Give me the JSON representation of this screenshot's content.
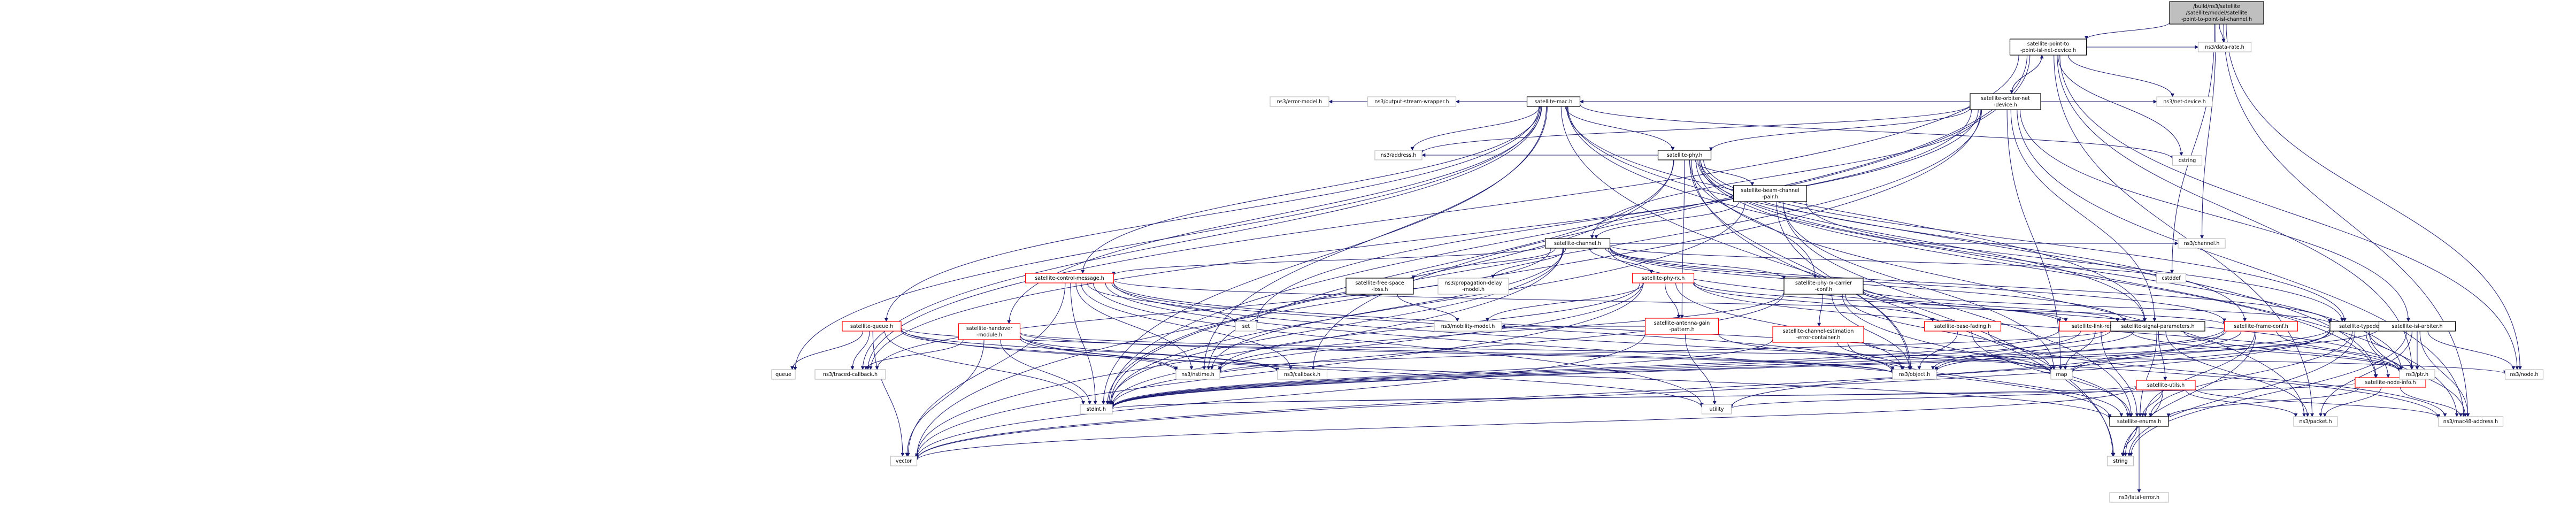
{
  "palette": {
    "edge": "#191970",
    "root_fill": "#bfbfbf",
    "root_stroke": "#000000",
    "local_stroke": "#ff0000",
    "system_stroke": "#bfbfbf",
    "text": "#000000"
  },
  "nodes": [
    {
      "id": "root",
      "lines": [
        "/build/ns3/satellite",
        "/satellite/model/satellite",
        "-point-to-point-isl-channel.h"
      ],
      "kind": "root"
    },
    {
      "id": "p2p_dev",
      "lines": [
        "satellite-point-to",
        "-point-isl-net-device.h"
      ],
      "kind": "file"
    },
    {
      "id": "orbiter",
      "lines": [
        "satellite-orbiter-net",
        "-device.h"
      ],
      "kind": "file"
    },
    {
      "id": "data_rate",
      "lines": [
        "ns3/data-rate.h"
      ],
      "kind": "system"
    },
    {
      "id": "error_model",
      "lines": [
        "ns3/error-model.h"
      ],
      "kind": "system"
    },
    {
      "id": "output_stream",
      "lines": [
        "ns3/output-stream-wrapper.h"
      ],
      "kind": "system"
    },
    {
      "id": "mac",
      "lines": [
        "satellite-mac.h"
      ],
      "kind": "file"
    },
    {
      "id": "net_device",
      "lines": [
        "ns3/net-device.h"
      ],
      "kind": "system"
    },
    {
      "id": "phy",
      "lines": [
        "satellite-phy.h"
      ],
      "kind": "file"
    },
    {
      "id": "cstring",
      "lines": [
        "cstring"
      ],
      "kind": "system"
    },
    {
      "id": "address",
      "lines": [
        "ns3/address.h"
      ],
      "kind": "system"
    },
    {
      "id": "beam_channel",
      "lines": [
        "satellite-beam-channel",
        "-pair.h"
      ],
      "kind": "file"
    },
    {
      "id": "channel_h",
      "lines": [
        "satellite-channel.h"
      ],
      "kind": "file"
    },
    {
      "id": "ns3_channel",
      "lines": [
        "ns3/channel.h"
      ],
      "kind": "system"
    },
    {
      "id": "cstddef",
      "lines": [
        "cstddef"
      ],
      "kind": "system"
    },
    {
      "id": "control_msg",
      "lines": [
        "satellite-control-message.h"
      ],
      "kind": "local"
    },
    {
      "id": "free_space",
      "lines": [
        "satellite-free-space",
        "-loss.h"
      ],
      "kind": "file"
    },
    {
      "id": "prop_delay",
      "lines": [
        "ns3/propagation-delay",
        "-model.h"
      ],
      "kind": "system"
    },
    {
      "id": "phy_rx",
      "lines": [
        "satellite-phy-rx.h"
      ],
      "kind": "local"
    },
    {
      "id": "phy_rx_carrier",
      "lines": [
        "satellite-phy-rx-carrier",
        "-conf.h"
      ],
      "kind": "file"
    },
    {
      "id": "queue",
      "lines": [
        "satellite-queue.h"
      ],
      "kind": "local"
    },
    {
      "id": "handover",
      "lines": [
        "satellite-handover",
        "-module.h"
      ],
      "kind": "local"
    },
    {
      "id": "set",
      "lines": [
        "set"
      ],
      "kind": "system"
    },
    {
      "id": "mobility",
      "lines": [
        "ns3/mobility-model.h"
      ],
      "kind": "system"
    },
    {
      "id": "antenna",
      "lines": [
        "satellite-antenna-gain",
        "-pattern.h"
      ],
      "kind": "local"
    },
    {
      "id": "ch_est",
      "lines": [
        "satellite-channel-estimation",
        "-error-container.h"
      ],
      "kind": "local"
    },
    {
      "id": "base_fading",
      "lines": [
        "satellite-base-fading.h"
      ],
      "kind": "local"
    },
    {
      "id": "link_results",
      "lines": [
        "satellite-link-results.h"
      ],
      "kind": "local"
    },
    {
      "id": "signal_params",
      "lines": [
        "satellite-signal-parameters.h"
      ],
      "kind": "file"
    },
    {
      "id": "frame_conf",
      "lines": [
        "satellite-frame-conf.h"
      ],
      "kind": "local"
    },
    {
      "id": "typedefs",
      "lines": [
        "satellite-typedefs.h"
      ],
      "kind": "file"
    },
    {
      "id": "isl_arbiter",
      "lines": [
        "satellite-isl-arbiter.h"
      ],
      "kind": "file"
    },
    {
      "id": "sat_queue_std",
      "lines": [
        "queue"
      ],
      "kind": "system"
    },
    {
      "id": "traced_cb",
      "lines": [
        "ns3/traced-callback.h"
      ],
      "kind": "system"
    },
    {
      "id": "nstime",
      "lines": [
        "ns3/nstime.h"
      ],
      "kind": "system"
    },
    {
      "id": "callback",
      "lines": [
        "ns3/callback.h"
      ],
      "kind": "system"
    },
    {
      "id": "object",
      "lines": [
        "ns3/object.h"
      ],
      "kind": "system"
    },
    {
      "id": "map",
      "lines": [
        "map"
      ],
      "kind": "system"
    },
    {
      "id": "utils",
      "lines": [
        "satellite-utils.h"
      ],
      "kind": "local"
    },
    {
      "id": "node_info",
      "lines": [
        "satellite-node-info.h"
      ],
      "kind": "local"
    },
    {
      "id": "ptr",
      "lines": [
        "ns3/ptr.h"
      ],
      "kind": "system"
    },
    {
      "id": "node_h",
      "lines": [
        "ns3/node.h"
      ],
      "kind": "system"
    },
    {
      "id": "stdint",
      "lines": [
        "stdint.h"
      ],
      "kind": "system"
    },
    {
      "id": "utility",
      "lines": [
        "utility"
      ],
      "kind": "system"
    },
    {
      "id": "enums",
      "lines": [
        "satellite-enums.h"
      ],
      "kind": "file"
    },
    {
      "id": "packet",
      "lines": [
        "ns3/packet.h"
      ],
      "kind": "system"
    },
    {
      "id": "mac48",
      "lines": [
        "ns3/mac48-address.h"
      ],
      "kind": "system"
    },
    {
      "id": "vector",
      "lines": [
        "vector"
      ],
      "kind": "system"
    },
    {
      "id": "string",
      "lines": [
        "string"
      ],
      "kind": "system"
    },
    {
      "id": "fatal_error",
      "lines": [
        "ns3/fatal-error.h"
      ],
      "kind": "system"
    }
  ],
  "edges": [
    [
      "root",
      "p2p_dev"
    ],
    [
      "root",
      "data_rate"
    ],
    [
      "root",
      "ns3_channel"
    ],
    [
      "root",
      "cstddef"
    ],
    [
      "root",
      "node_h"
    ],
    [
      "root",
      "mac48"
    ],
    [
      "p2p_dev",
      "orbiter"
    ],
    [
      "p2p_dev",
      "data_rate"
    ],
    [
      "p2p_dev",
      "net_device"
    ],
    [
      "p2p_dev",
      "cstring"
    ],
    [
      "p2p_dev",
      "ptr"
    ],
    [
      "p2p_dev",
      "packet"
    ],
    [
      "p2p_dev",
      "node_h"
    ],
    [
      "p2p_dev",
      "traced_cb"
    ],
    [
      "p2p_dev",
      "stdint"
    ],
    [
      "p2p_dev",
      "callback"
    ],
    [
      "orbiter",
      "p2p_dev"
    ],
    [
      "orbiter",
      "error_model"
    ],
    [
      "orbiter",
      "output_stream"
    ],
    [
      "orbiter",
      "mac"
    ],
    [
      "orbiter",
      "net_device"
    ],
    [
      "orbiter",
      "phy"
    ],
    [
      "orbiter",
      "channel_h"
    ],
    [
      "orbiter",
      "isl_arbiter"
    ],
    [
      "orbiter",
      "traced_cb"
    ],
    [
      "orbiter",
      "address"
    ],
    [
      "orbiter",
      "set"
    ],
    [
      "orbiter",
      "vector"
    ],
    [
      "orbiter",
      "stdint"
    ],
    [
      "orbiter",
      "map"
    ],
    [
      "orbiter",
      "mac48"
    ],
    [
      "orbiter",
      "signal_params"
    ],
    [
      "mac",
      "phy"
    ],
    [
      "mac",
      "control_msg"
    ],
    [
      "mac",
      "queue"
    ],
    [
      "mac",
      "handover"
    ],
    [
      "mac",
      "address"
    ],
    [
      "mac",
      "cstring"
    ],
    [
      "mac",
      "signal_params"
    ],
    [
      "mac",
      "node_info"
    ],
    [
      "mac",
      "traced_cb"
    ],
    [
      "mac",
      "nstime"
    ],
    [
      "mac",
      "mac48"
    ],
    [
      "mac",
      "stdint"
    ],
    [
      "mac",
      "string"
    ],
    [
      "mac",
      "sat_queue_std"
    ],
    [
      "phy",
      "beam_channel"
    ],
    [
      "phy",
      "phy_rx_carrier"
    ],
    [
      "phy",
      "address"
    ],
    [
      "phy",
      "antenna"
    ],
    [
      "phy",
      "signal_params"
    ],
    [
      "phy",
      "frame_conf"
    ],
    [
      "phy",
      "typedefs"
    ],
    [
      "phy",
      "node_info"
    ],
    [
      "phy",
      "object"
    ],
    [
      "phy",
      "packet"
    ],
    [
      "phy",
      "ptr"
    ],
    [
      "phy",
      "stdint"
    ],
    [
      "phy",
      "nstime"
    ],
    [
      "phy",
      "string"
    ],
    [
      "beam_channel",
      "channel_h"
    ],
    [
      "beam_channel",
      "typedefs"
    ],
    [
      "beam_channel",
      "map"
    ],
    [
      "beam_channel",
      "object"
    ],
    [
      "beam_channel",
      "stdint"
    ],
    [
      "beam_channel",
      "enums"
    ],
    [
      "channel_h",
      "ns3_channel"
    ],
    [
      "channel_h",
      "cstddef"
    ],
    [
      "channel_h",
      "control_msg"
    ],
    [
      "channel_h",
      "free_space"
    ],
    [
      "channel_h",
      "prop_delay"
    ],
    [
      "channel_h",
      "phy_rx"
    ],
    [
      "channel_h",
      "phy_rx_carrier"
    ],
    [
      "channel_h",
      "signal_params"
    ],
    [
      "channel_h",
      "frame_conf"
    ],
    [
      "channel_h",
      "typedefs"
    ],
    [
      "channel_h",
      "traced_cb"
    ],
    [
      "channel_h",
      "nstime"
    ],
    [
      "channel_h",
      "stdint"
    ],
    [
      "channel_h",
      "vector"
    ],
    [
      "channel_h",
      "ptr"
    ],
    [
      "control_msg",
      "set"
    ],
    [
      "control_msg",
      "nstime"
    ],
    [
      "control_msg",
      "object"
    ],
    [
      "control_msg",
      "callback"
    ],
    [
      "control_msg",
      "map"
    ],
    [
      "control_msg",
      "vector"
    ],
    [
      "control_msg",
      "stdint"
    ],
    [
      "control_msg",
      "mac48"
    ],
    [
      "control_msg",
      "enums"
    ],
    [
      "control_msg",
      "utility"
    ],
    [
      "control_msg",
      "frame_conf"
    ],
    [
      "free_space",
      "mobility"
    ],
    [
      "phy_rx",
      "mobility"
    ],
    [
      "phy_rx",
      "antenna"
    ],
    [
      "phy_rx",
      "base_fading"
    ],
    [
      "phy_rx",
      "link_results"
    ],
    [
      "phy_rx",
      "nstime"
    ],
    [
      "phy_rx",
      "object"
    ],
    [
      "phy_rx",
      "ptr"
    ],
    [
      "phy_rx",
      "stdint"
    ],
    [
      "phy_rx",
      "vector"
    ],
    [
      "phy_rx_carrier",
      "ch_est"
    ],
    [
      "phy_rx_carrier",
      "link_results"
    ],
    [
      "phy_rx_carrier",
      "signal_params"
    ],
    [
      "phy_rx_carrier",
      "typedefs"
    ],
    [
      "phy_rx_carrier",
      "object"
    ],
    [
      "phy_rx_carrier",
      "nstime"
    ],
    [
      "phy_rx_carrier",
      "map"
    ],
    [
      "phy_rx_carrier",
      "stdint"
    ],
    [
      "phy_rx_carrier",
      "enums"
    ],
    [
      "queue",
      "traced_cb"
    ],
    [
      "queue",
      "nstime"
    ],
    [
      "queue",
      "object"
    ],
    [
      "queue",
      "callback"
    ],
    [
      "queue",
      "sat_queue_std"
    ],
    [
      "queue",
      "stdint"
    ],
    [
      "queue",
      "vector"
    ],
    [
      "queue",
      "enums"
    ],
    [
      "handover",
      "traced_cb"
    ],
    [
      "handover",
      "nstime"
    ],
    [
      "handover",
      "object"
    ],
    [
      "handover",
      "callback"
    ],
    [
      "handover",
      "stdint"
    ],
    [
      "handover",
      "vector"
    ],
    [
      "handover",
      "utility"
    ],
    [
      "handover",
      "node_h"
    ],
    [
      "antenna",
      "object"
    ],
    [
      "antenna",
      "vector"
    ],
    [
      "antenna",
      "utility"
    ],
    [
      "antenna",
      "mobility"
    ],
    [
      "ch_est",
      "object"
    ],
    [
      "ch_est",
      "stdint"
    ],
    [
      "ch_est",
      "map"
    ],
    [
      "ch_est",
      "enums"
    ],
    [
      "base_fading",
      "object"
    ],
    [
      "base_fading",
      "mac48"
    ],
    [
      "base_fading",
      "enums"
    ],
    [
      "link_results",
      "object"
    ],
    [
      "link_results",
      "ptr"
    ],
    [
      "link_results",
      "stdint"
    ],
    [
      "link_results",
      "map"
    ],
    [
      "link_results",
      "enums"
    ],
    [
      "signal_params",
      "utils"
    ],
    [
      "signal_params",
      "object"
    ],
    [
      "signal_params",
      "packet"
    ],
    [
      "signal_params",
      "ptr"
    ],
    [
      "signal_params",
      "nstime"
    ],
    [
      "signal_params",
      "stdint"
    ],
    [
      "signal_params",
      "enums"
    ],
    [
      "frame_conf",
      "object"
    ],
    [
      "frame_conf",
      "ptr"
    ],
    [
      "frame_conf",
      "map"
    ],
    [
      "frame_conf",
      "stdint"
    ],
    [
      "frame_conf",
      "vector"
    ],
    [
      "frame_conf",
      "string"
    ],
    [
      "frame_conf",
      "enums"
    ],
    [
      "typedefs",
      "ptr"
    ],
    [
      "typedefs",
      "node_info"
    ],
    [
      "typedefs",
      "mac48"
    ],
    [
      "typedefs",
      "map"
    ],
    [
      "typedefs",
      "stdint"
    ],
    [
      "typedefs",
      "vector"
    ],
    [
      "typedefs",
      "utility"
    ],
    [
      "typedefs",
      "string"
    ],
    [
      "typedefs",
      "enums"
    ],
    [
      "isl_arbiter",
      "ptr"
    ],
    [
      "isl_arbiter",
      "node_h"
    ],
    [
      "isl_arbiter",
      "mac48"
    ],
    [
      "isl_arbiter",
      "stdint"
    ],
    [
      "isl_arbiter",
      "string"
    ],
    [
      "isl_arbiter",
      "packet"
    ],
    [
      "utils",
      "stdint"
    ],
    [
      "utils",
      "string"
    ],
    [
      "utils",
      "enums"
    ],
    [
      "utils",
      "packet"
    ],
    [
      "utils",
      "mac48"
    ],
    [
      "utils",
      "utility"
    ],
    [
      "utils",
      "vector"
    ],
    [
      "node_info",
      "mac48"
    ],
    [
      "node_info",
      "enums"
    ],
    [
      "node_info",
      "stdint"
    ],
    [
      "node_info",
      "packet"
    ],
    [
      "enums",
      "fatal_error"
    ],
    [
      "enums",
      "string"
    ]
  ]
}
